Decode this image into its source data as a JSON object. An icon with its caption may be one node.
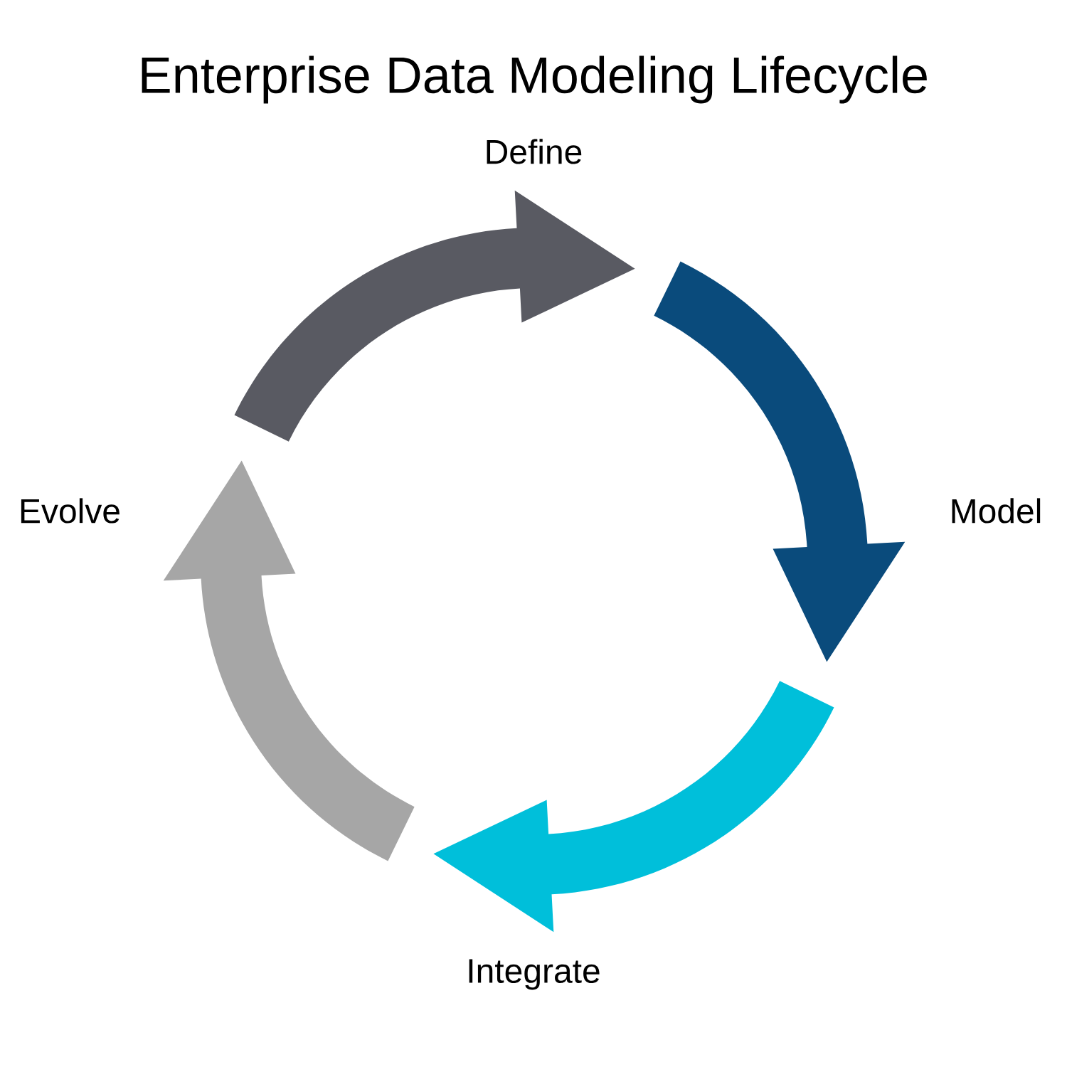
{
  "diagram": {
    "title": "Enterprise Data Modeling Lifecycle",
    "nodes": [
      {
        "text": [
          "Define"
        ]
      },
      {
        "text": [
          "Evolve"
        ]
      },
      {
        "text": [
          "Model"
        ]
      },
      {
        "text": [
          "Integrate"
        ]
      }
    ],
    "edges": [
      {
        "from": 1,
        "to": 0,
        "arrow": "to",
        "color": "#595a62"
      },
      {
        "from": 0,
        "to": 2,
        "arrow": "to",
        "color": "#0a4b7c"
      },
      {
        "from": 2,
        "to": 3,
        "arrow": "to",
        "color": "#00bfda"
      },
      {
        "from": 3,
        "to": 1,
        "arrow": "to",
        "color": "#a6a6a6"
      }
    ]
  }
}
